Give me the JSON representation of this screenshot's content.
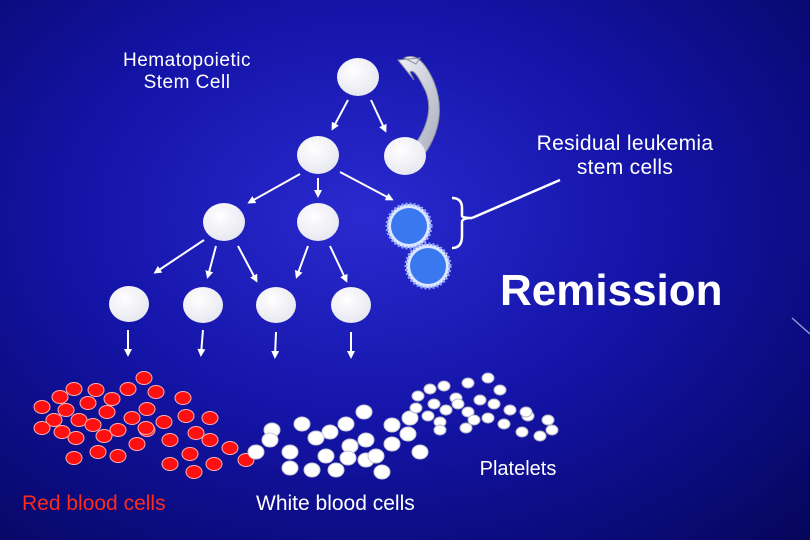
{
  "labels": {
    "stem_cell_line1": "Hematopoietic",
    "stem_cell_line2": "Stem Cell",
    "residual_line1": "Residual leukemia",
    "residual_line2": "stem cells",
    "remission": "Remission",
    "platelets": "Platelets",
    "red_blood_cells": "Red blood cells",
    "white_blood_cells": "White blood cells"
  },
  "colors": {
    "background": "#1414a8",
    "cell_white": "#ffffff",
    "leukemia_cell": "#3a78f0",
    "red_cell": "#ff1010",
    "red_label": "#ff2a1a",
    "arrow": "#ffffff",
    "self_renewal_arrow": "#cfd2dc"
  },
  "icons": [
    "self-renewal-arrow-icon",
    "brace-icon"
  ]
}
